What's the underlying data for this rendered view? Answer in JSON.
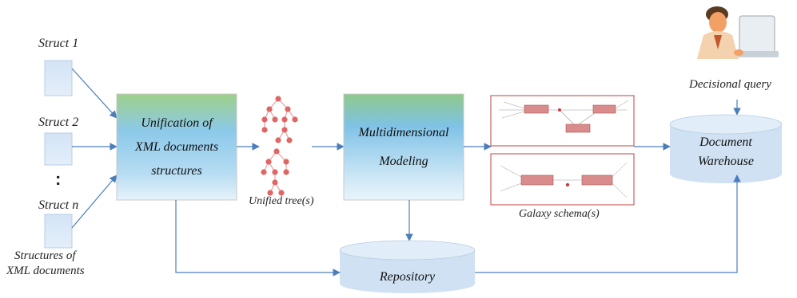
{
  "inputs": {
    "struct_1": "Struct 1",
    "struct_2": "Struct 2",
    "ellipsis": ":",
    "struct_n": "Struct n",
    "caption_line1": "Structures of",
    "caption_line2": "XML documents"
  },
  "unification": {
    "line1": "Unification of",
    "line2": "XML documents",
    "line3": "structures"
  },
  "unified_tree_label": "Unified tree(s)",
  "modeling": {
    "line1": "Multidimensional",
    "line2": "Modeling"
  },
  "galaxy_label": "Galaxy schema(s)",
  "decisional_query_label": "Decisional query",
  "warehouse": {
    "line1": "Document",
    "line2": "Warehouse"
  },
  "repository_label": "Repository",
  "colors": {
    "arrow": "#4a7ebb",
    "process_box_top": "#98cc88",
    "process_box_bottom": "#8ec8ee",
    "cylinder_fill": "#cfe1f3",
    "struct_box_fill": "#dce9f7",
    "tree_node": "#e06666",
    "schema_border": "#c04040"
  }
}
